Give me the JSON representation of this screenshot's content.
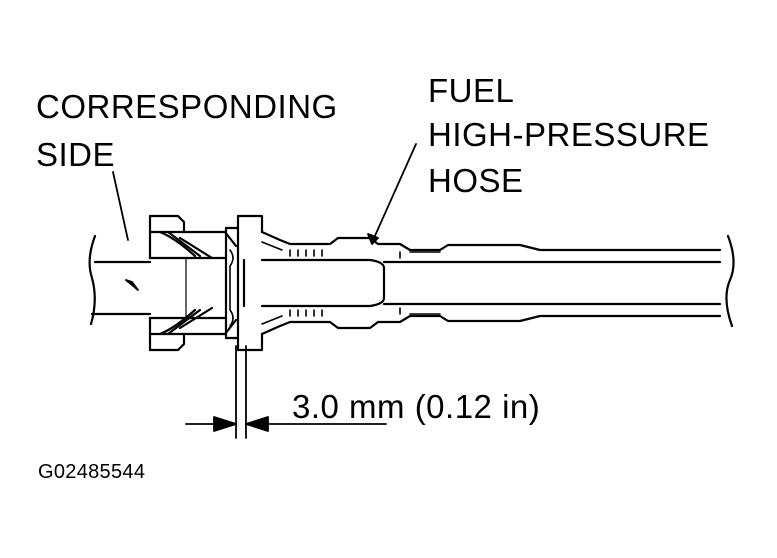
{
  "labels": {
    "corresponding_side_line1": "CORRESPONDING",
    "corresponding_side_line2": "SIDE",
    "fuel_hose_line1": "FUEL",
    "fuel_hose_line2": "HIGH-PRESSURE",
    "fuel_hose_line3": "HOSE",
    "dimension": "3.0 mm (0.12 in)",
    "figure_code": "G02485544"
  },
  "colors": {
    "ink": "#000000",
    "paper": "#ffffff"
  }
}
